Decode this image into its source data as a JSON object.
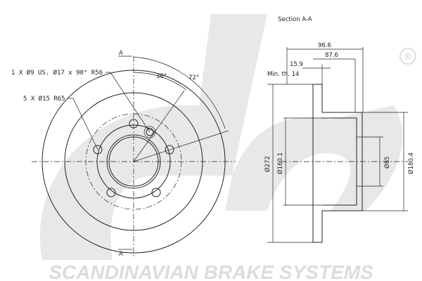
{
  "section_title": "Section A-A",
  "section_marker": "A",
  "brand_name": "SCANDINAVIAN BRAKE SYSTEMS",
  "registered_mark": "®",
  "front_view": {
    "callout_hole": "1 X Ø9 US. Ø17 x 90° R56",
    "callout_bolts": "5 X Ø15 R65",
    "angle_1": "36°",
    "angle_2": "72°"
  },
  "section_view": {
    "dim_overall_height": "96.6",
    "dim_hat_height": "87.6",
    "dim_thickness": "15.9",
    "min_thickness": "Min. th. 14",
    "dia_outer": "Ø272",
    "dia_inner": "Ø160.1",
    "dia_center": "Ø85",
    "dia_hat": "Ø180.4"
  },
  "colors": {
    "watermark": "#dcdcdc",
    "line": "#222222"
  }
}
